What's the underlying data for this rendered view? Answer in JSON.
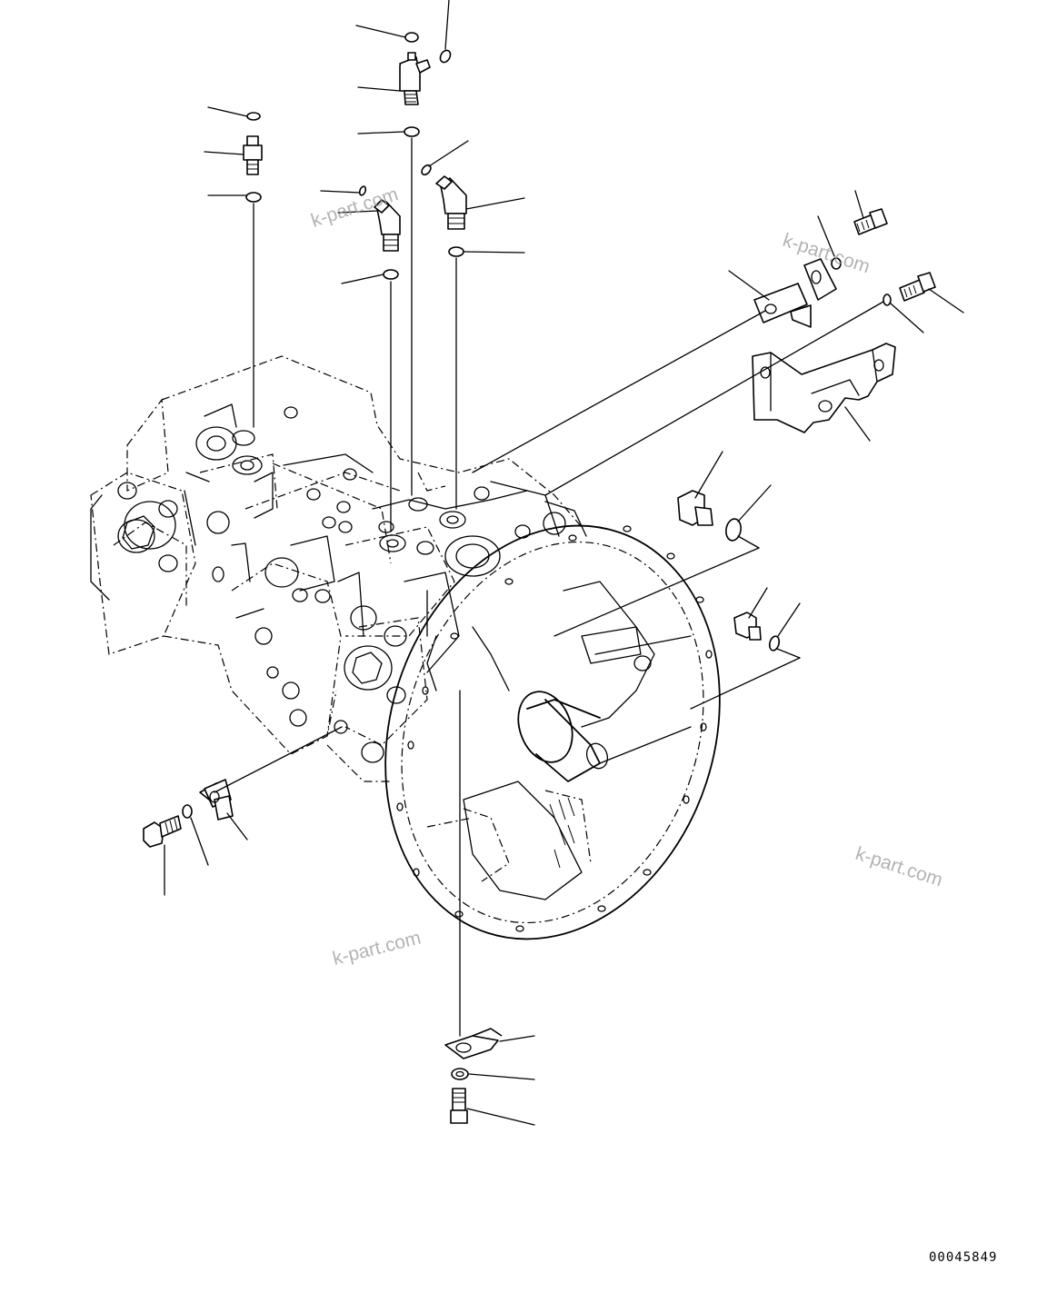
{
  "diagram": {
    "drawing_number": "00045849",
    "watermarks": [
      "k-part.com",
      "k-part.com",
      "k-part.com",
      "k-part.com"
    ]
  }
}
